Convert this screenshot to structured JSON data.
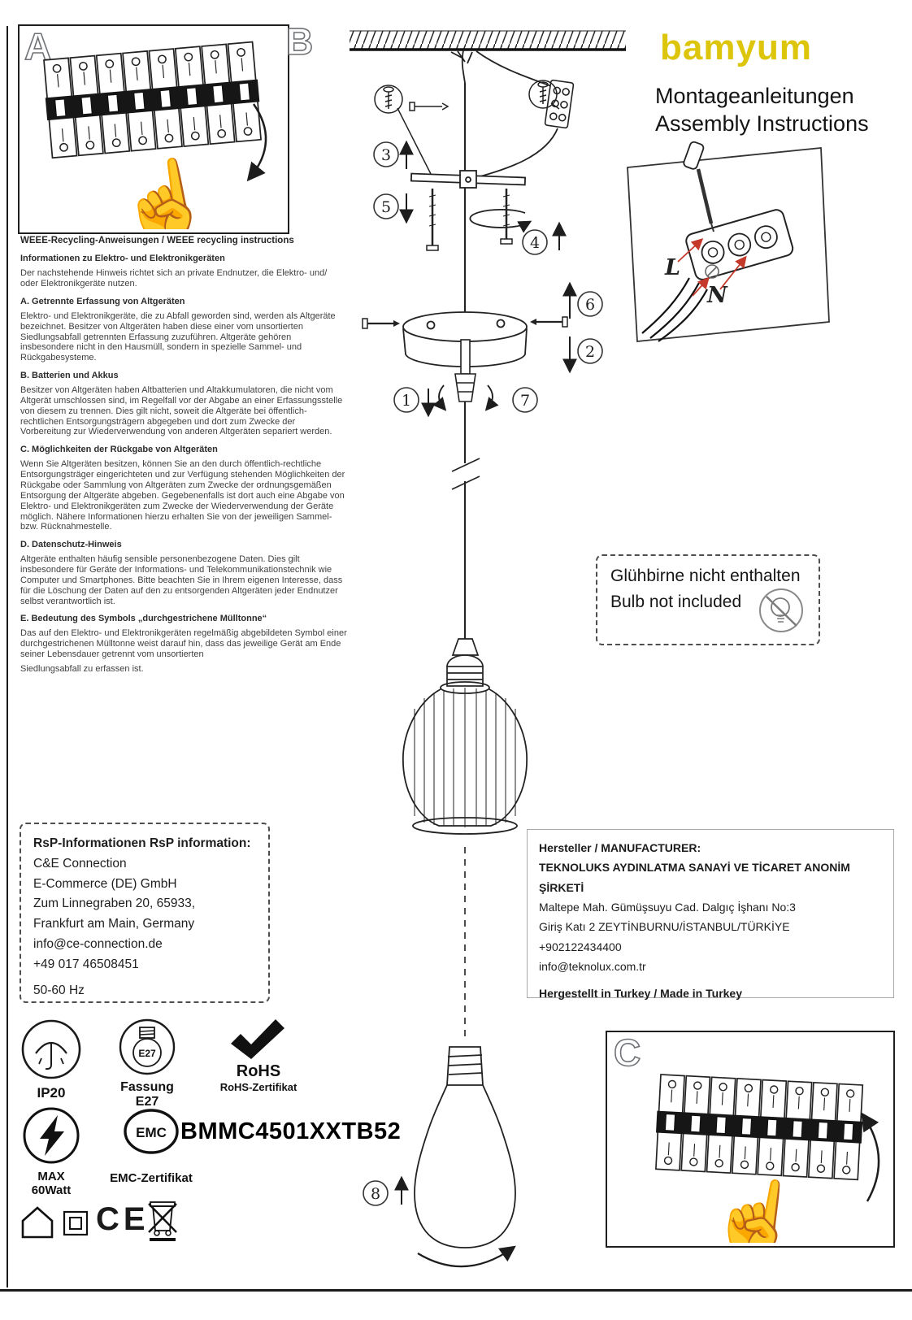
{
  "colors": {
    "brand_yellow": "#dcc50a",
    "arrow_red": "#c5392b",
    "line_dark": "#1d1d1d"
  },
  "header": {
    "brand": "bamyum",
    "title_de": "Montageanleitungen",
    "title_en": "Assembly Instructions"
  },
  "panels": {
    "a": "A",
    "b": "B",
    "c": "C"
  },
  "icons": {
    "hand_up": "☝"
  },
  "steps": {
    "s1": "1",
    "s2": "2",
    "s3": "3",
    "s4": "4",
    "s5": "5",
    "s6": "6",
    "s7": "7",
    "s8": "8"
  },
  "wiring": {
    "l": "L",
    "n": "N"
  },
  "weee": {
    "heading": "WEEE-Recycling-Anweisungen / WEEE recycling instructions",
    "subheading": "Informationen zu Elektro- und Elektronikgeräten",
    "intro": "Der nachstehende Hinweis richtet sich an private Endnutzer, die Elektro- und/ oder Elektronikgeräte nutzen.",
    "sections": [
      {
        "title": "A. Getrennte Erfassung von Altgeräten",
        "body": "Elektro- und Elektronikgeräte, die zu Abfall geworden sind, werden als Altgeräte bezeichnet. Besitzer von Altgeräten haben diese einer vom unsortierten Siedlungsabfall getrennten Erfassung zuzuführen. Altgeräte gehören insbesondere nicht in den Hausmüll, sondern in spezielle Sammel- und Rückgabesysteme."
      },
      {
        "title": "B. Batterien und Akkus",
        "body": "Besitzer von Altgeräten haben Altbatterien und Altakkumulatoren, die nicht vom Altgerät umschlossen sind, im Regelfall vor der Abgabe an einer Erfassungsstelle von diesem zu trennen. Dies gilt nicht, soweit die Altgeräte bei öffentlich-rechtlichen Entsorgungsträgern abgegeben und dort zum Zwecke der Vorbereitung zur Wiederverwendung von anderen Altgeräten separiert werden."
      },
      {
        "title": "C. Möglichkeiten der Rückgabe von Altgeräten",
        "body": "Wenn Sie Altgeräten besitzen, können Sie an den durch öffentlich-rechtliche Entsorgungsträger eingerichteten und zur Verfügung stehenden Möglichkeiten der Rückgabe oder Sammlung von Altgeräten zum Zwecke der ordnungsgemäßen Entsorgung der Altgeräte abgeben. Gegebenenfalls ist dort auch eine Abgabe von Elektro- und Elektronikgeräten zum Zwecke der Wiederverwendung der Geräte möglich. Nähere Informationen hierzu erhalten Sie von der jeweiligen Sammel- bzw. Rücknahmestelle."
      },
      {
        "title": "D. Datenschutz-Hinweis",
        "body": "Altgeräte enthalten häufig sensible personenbezogene Daten. Dies gilt insbesondere für Geräte der Informations- und Telekommunikationstechnik wie Computer und Smartphones. Bitte beachten Sie in Ihrem eigenen Interesse, dass für die Löschung der Daten auf den zu entsorgenden Altgeräten jeder Endnutzer selbst verantwortlich ist."
      },
      {
        "title": "E. Bedeutung des Symbols „durchgestrichene Mülltonne“",
        "body": "Das auf den Elektro- und Elektronikgeräten regelmäßig abgebildeten Symbol einer durchgestrichenen Mülltonne weist darauf hin, dass das jeweilige Gerät am Ende seiner Lebensdauer getrennt vom unsortierten"
      }
    ],
    "footer": "Siedlungsabfall zu erfassen ist."
  },
  "bulb_note": {
    "line_de": "Glühbirne nicht enthalten",
    "line_en": "Bulb not included"
  },
  "rsp": {
    "heading": "RsP-Informationen RsP information:",
    "lines": [
      "C&E Connection",
      "E-Commerce (DE) GmbH",
      "Zum Linnegraben 20, 65933,",
      "Frankfurt am Main, Germany",
      "info@ce-connection.de",
      "+49 017 46508451"
    ],
    "frequency": "50-60 Hz"
  },
  "manufacturer": {
    "heading": "Hersteller / MANUFACTURER:",
    "company": "TEKNOLUKS AYDINLATMA SANAYİ VE TİCARET ANONİM ŞİRKETİ",
    "address1": "Maltepe Mah. Gümüşsuyu Cad. Dalgıç İşhanı No:3",
    "address2": "Giriş Katı 2 ZEYTİNBURNU/İSTANBUL/TÜRKİYE",
    "phone": "+902122434400",
    "email": "info@teknolux.com.tr",
    "made_in": "Hergestellt in Turkey / Made in Turkey"
  },
  "certifications": {
    "ip_rating": "IP20",
    "socket_icon_label": "E27",
    "socket_label": "Fassung E27",
    "rohs": "RoHS",
    "rohs_cert": "RoHS-Zertifikat",
    "max_wattage": "MAX 60Watt",
    "emc": "EMC",
    "emc_cert": "EMC-Zertifikat",
    "model_number": "BMMC4501XXTB52",
    "ce_mark": "CE"
  }
}
